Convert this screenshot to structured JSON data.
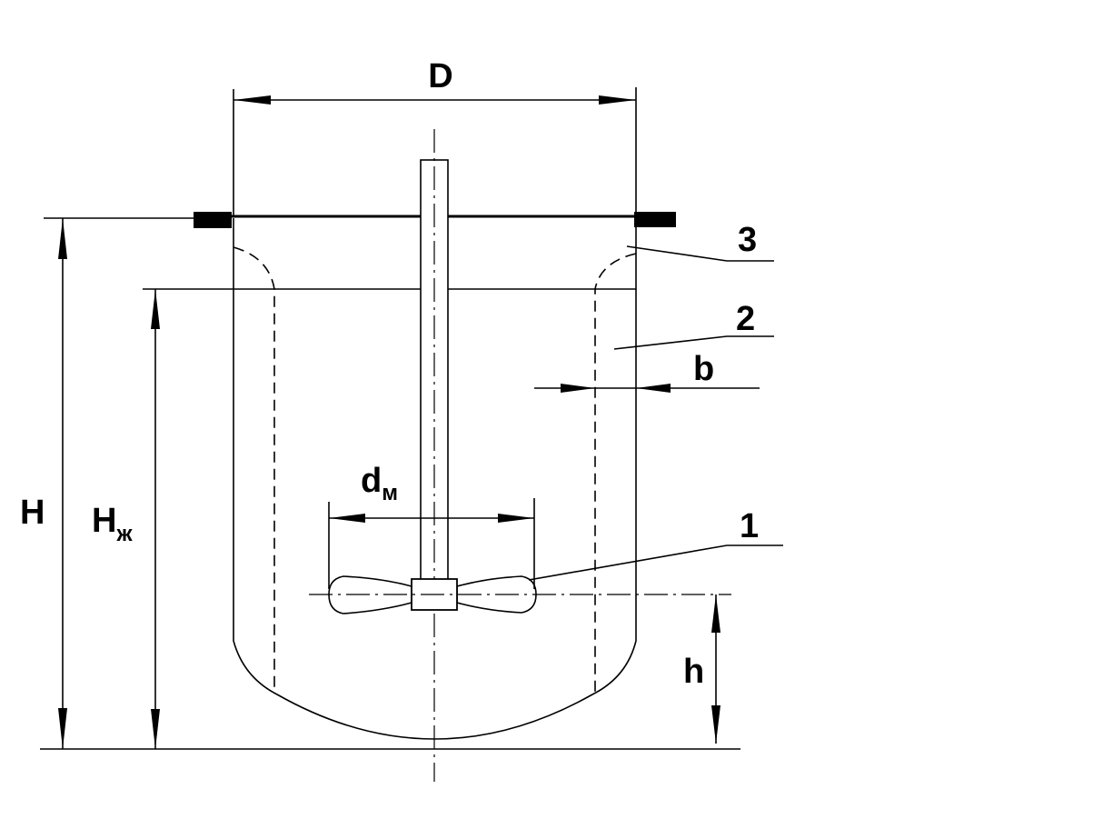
{
  "labels": {
    "D": "D",
    "H": "H",
    "H_main": "H",
    "H_sub": "ж",
    "h": "h",
    "b": "b",
    "d_main": "d",
    "d_sub": "м",
    "callout_1": "1",
    "callout_2": "2",
    "callout_3": "3"
  }
}
